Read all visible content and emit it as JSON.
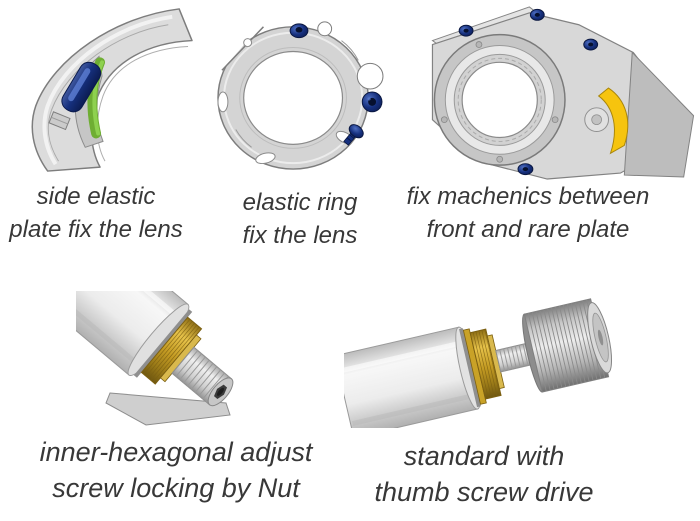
{
  "figures": [
    {
      "id": "side-elastic-plate",
      "caption": {
        "line1": "side elastic",
        "line2": "plate fix the lens"
      }
    },
    {
      "id": "elastic-ring",
      "caption": {
        "line1": "elastic ring",
        "line2": "fix the lens"
      }
    },
    {
      "id": "front-rear-plate-fix",
      "caption": {
        "line1": "fix machenics between",
        "line2": "front and rare plate"
      }
    },
    {
      "id": "hex-adjust-screw",
      "caption": {
        "line1": "inner-hexagonal adjust",
        "line2": "screw locking by Nut"
      }
    },
    {
      "id": "thumb-screw",
      "caption": {
        "line1": "standard with",
        "line2": "thumb screw drive"
      }
    }
  ],
  "colors": {
    "background": "#ffffff",
    "caption_text": "#383838",
    "screw_blue": "#16307e",
    "elastic_green": "#7fbf3f",
    "elastic_yellow": "#f6c40e",
    "brass_gold": "#c49b23",
    "metal_gray": "#d8d8d8"
  }
}
